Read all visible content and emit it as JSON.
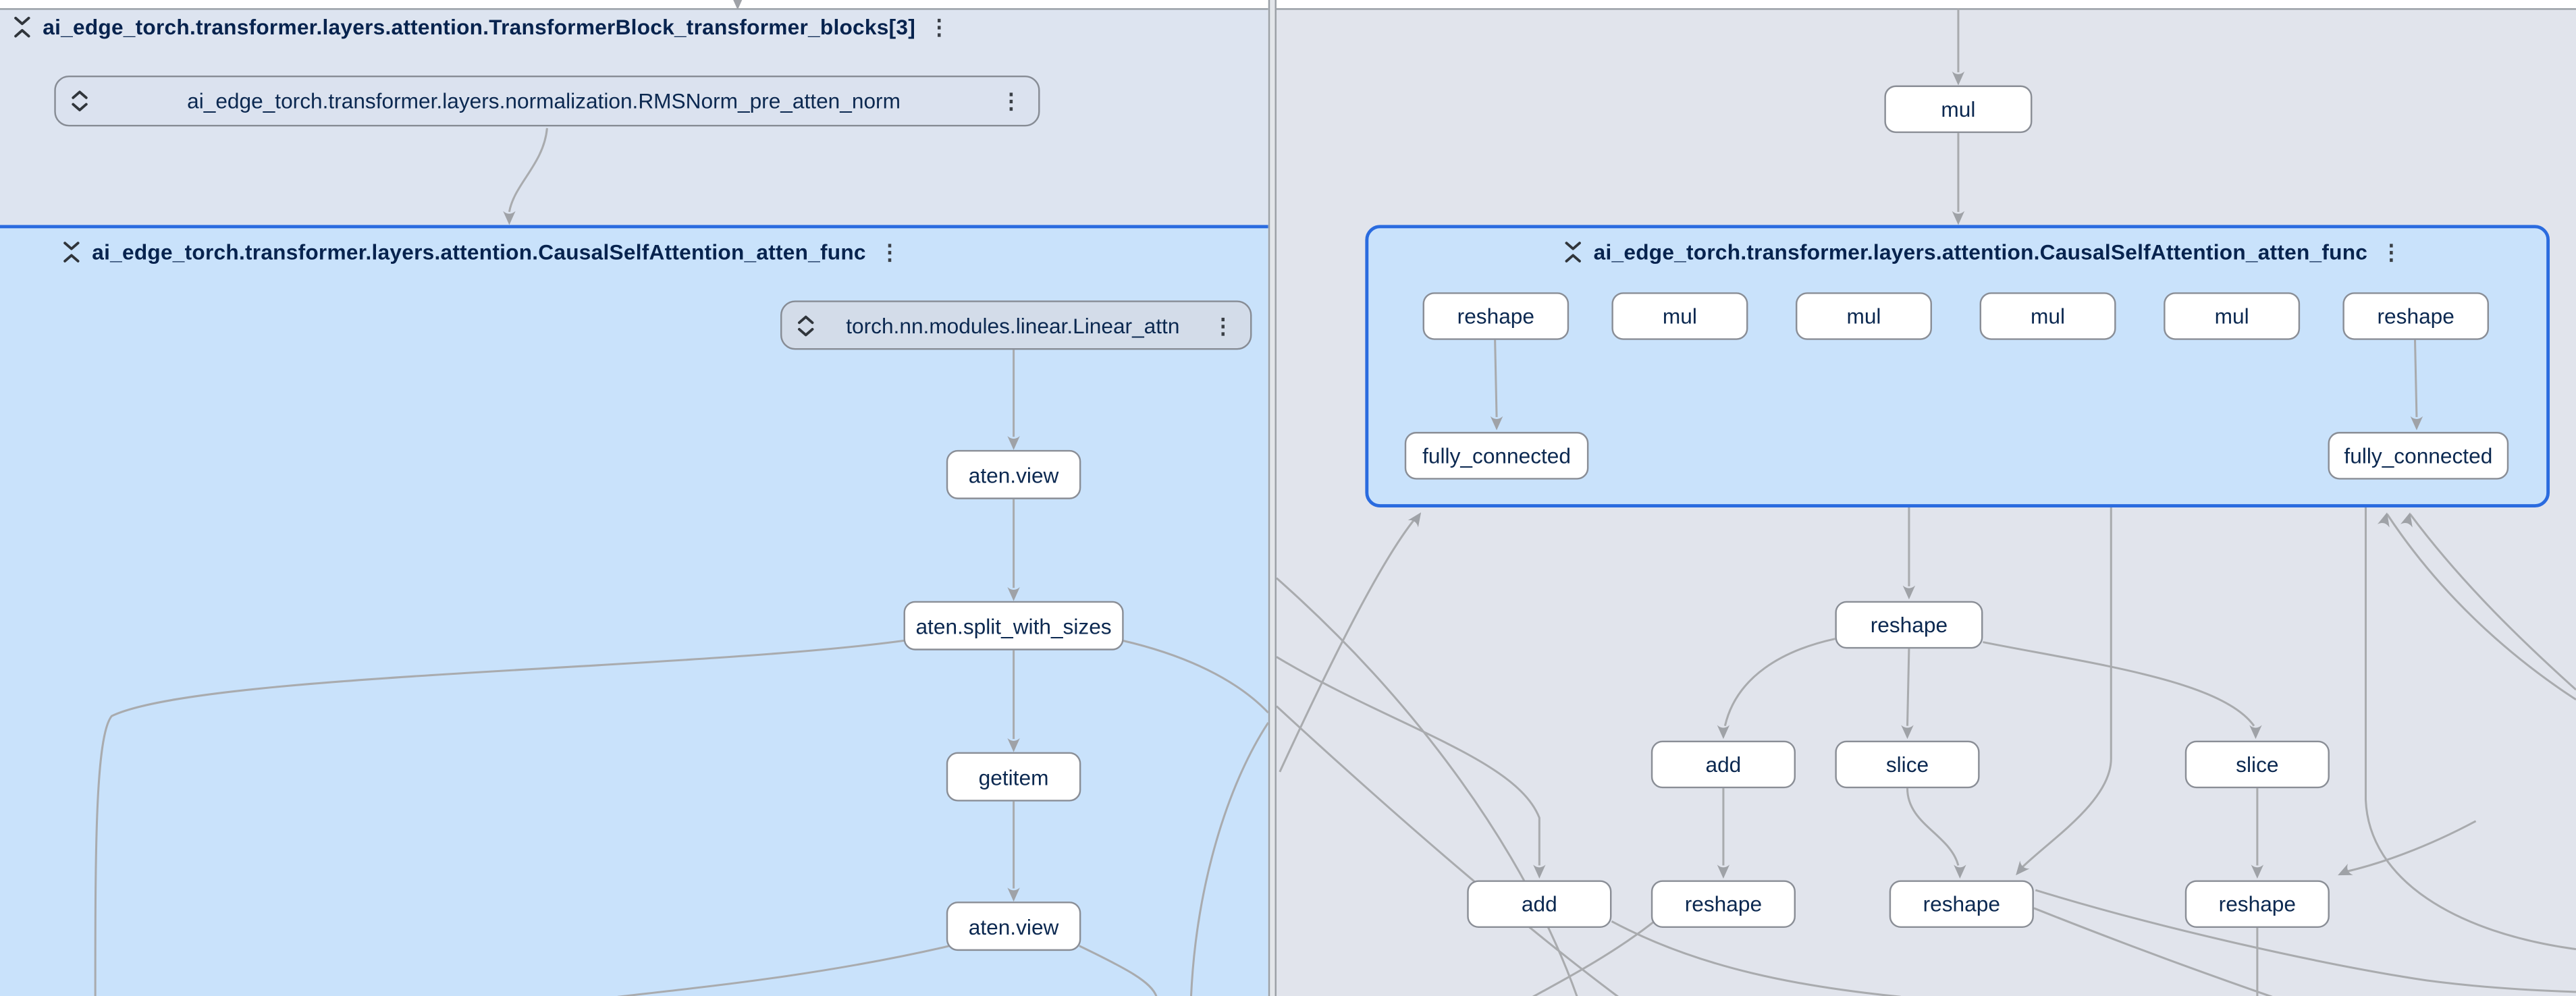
{
  "colors": {
    "accent_blue": "#2a6bdf",
    "attention_panel_fill": "#c9e2fb",
    "block_panel_fill": "#dde4f0",
    "right_canvas_fill": "#e1e4ec",
    "node_fill": "#ffffff",
    "node_border": "#8a8e96",
    "edge_gray": "#a9abae",
    "text_navy": "#0b2850"
  },
  "icons": {
    "kebab": "⋮",
    "collapse": "unfold-less-icon",
    "expand": "unfold-more-icon"
  },
  "left_pane": {
    "block_header": "ai_edge_torch.transformer.layers.attention.TransformerBlock_transformer_blocks[3]",
    "rmsnorm_label": "ai_edge_torch.transformer.layers.normalization.RMSNorm_pre_atten_norm",
    "attention_header": "ai_edge_torch.transformer.layers.attention.CausalSelfAttention_atten_func",
    "linear_label": "torch.nn.modules.linear.Linear_attn",
    "ops": [
      "aten.view",
      "aten.split_with_sizes",
      "getitem",
      "aten.view"
    ]
  },
  "right_pane": {
    "mul_label": "mul",
    "attention_header": "ai_edge_torch.transformer.layers.attention.CausalSelfAttention_atten_func",
    "row1": [
      "reshape",
      "mul",
      "mul",
      "mul",
      "mul",
      "reshape"
    ],
    "row2": [
      "fully_connected",
      "fully_connected"
    ],
    "mid": "reshape",
    "row3": [
      "add",
      "slice",
      "slice"
    ],
    "row4": [
      "add",
      "reshape",
      "reshape",
      "reshape"
    ]
  }
}
